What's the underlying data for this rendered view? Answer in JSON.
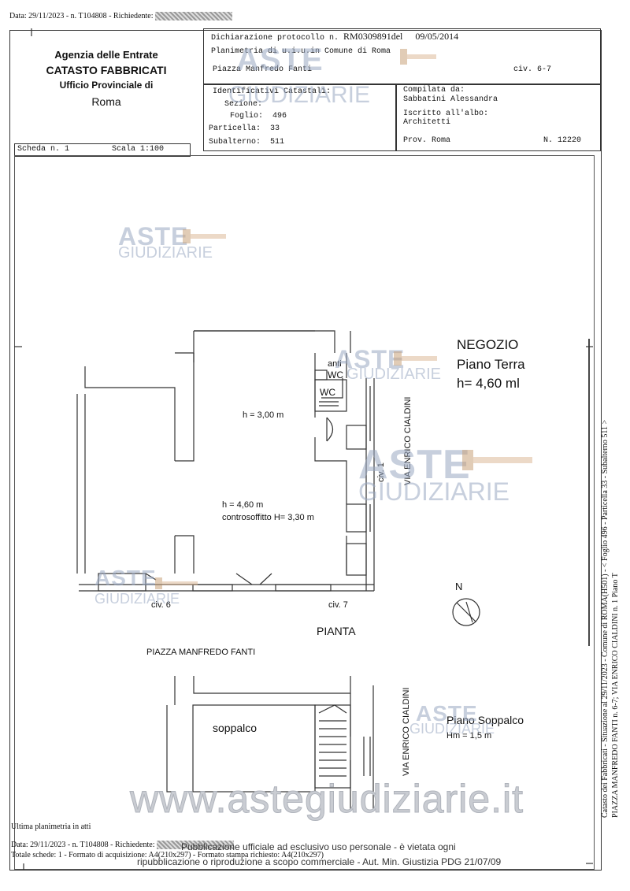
{
  "header": {
    "top_line": "Data: 29/11/2023 - n. T104808 - Richiedente:"
  },
  "agency": {
    "line1": "Agenzia delle Entrate",
    "line2": "CATASTO FABBRICATI",
    "line3": "Ufficio Provinciale di",
    "line4": "Roma"
  },
  "declaration": {
    "label": "Dichiarazione protocollo n.",
    "number": "RM0309891",
    "del_label": "del",
    "date": "09/05/2014",
    "planimetria": "Planimetria di u.i.u.in Comune di Roma",
    "address": "Piazza Manfredo Fanti",
    "civ": "civ. 6-7"
  },
  "identifiers": {
    "title": "Identificativi Catastali:",
    "sezione_label": "Sezione:",
    "sezione_value": "",
    "foglio_label": "Foglio:",
    "foglio_value": "496",
    "particella_label": "Particella:",
    "particella_value": "33",
    "subalterno_label": "Subalterno:",
    "subalterno_value": "511"
  },
  "compiler": {
    "compilata_label": "Compilata da:",
    "name": "Sabbatini Alessandra",
    "iscritto_label": "Iscritto all'albo:",
    "albo": "Architetti",
    "prov": "Prov. Roma",
    "n_albo": "N. 12220"
  },
  "scheda": {
    "scheda": "Scheda n. 1",
    "scala": "Scala 1:100"
  },
  "plan": {
    "title1": "NEGOZIO",
    "title2": "Piano Terra",
    "title3": "h= 4,60 ml",
    "anti": "anti",
    "wc1": "WC",
    "wc2": "WC",
    "h300": "h =  3,00 m",
    "h460": "h =  4,60 m",
    "controsoffitto": "controsoffitto H= 3,30 m",
    "civ1": "civ. 1",
    "street_v": "VIA ENRICO CIALDINI",
    "civ6": "civ. 6",
    "civ7": "civ. 7",
    "pianta": "PIANTA",
    "piazza": "PIAZZA MANFREDO FANTI",
    "north": "N",
    "soppalco": "soppalco",
    "piano_soppalco": "Piano Soppalco",
    "hm": "Hm = 1,5 m",
    "street_v2": "VIA ENRICO CIALDINI"
  },
  "watermark": {
    "aste": "ASTE",
    "giudiziarie": "GIUDIZIARIE",
    "url": "www.astegiudiziarie.it",
    "pub_line1": "Pubblicazione ufficiale ad esclusivo uso personale - è vietata ogni",
    "pub_line2": "ripubblicazione o riproduzione a scopo commerciale - Aut. Min. Giustizia PDG 21/07/09"
  },
  "footer": {
    "ultima": "Ultima planimetria in atti",
    "line1": "Data: 29/11/2023 - n. T104808 - Richiedente:",
    "line2": "Totale schede: 1 - Formato di acquisizione: A4(210x297) - Formato stampa richiesto: A4(210x297)"
  },
  "sidebar": {
    "line1": "Catasto dei Fabbricati - Situazione al 29/11/2023 - Comune di ROMA(H501) - < Foglio 496 - Particella 33 - Subalterno 511 >",
    "line2": "PIAZZA MANFREDO FANTI n. 6-7; VIA ENRICO CIALDINI n. 1 Piano T"
  }
}
